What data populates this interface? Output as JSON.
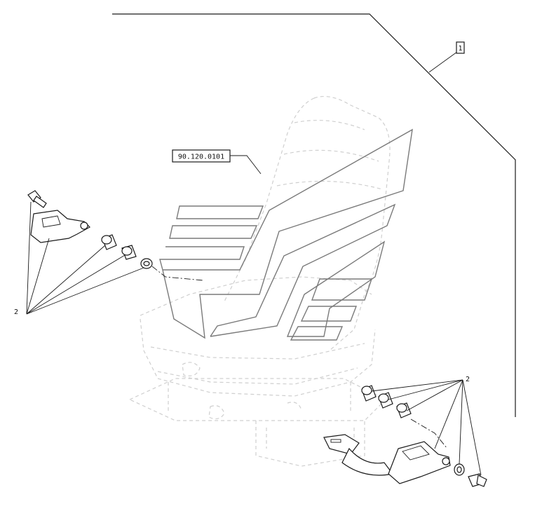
{
  "references": {
    "seat_ref": "90.120.0101",
    "kit_item": "1",
    "callout_left": "2",
    "callout_right": "2"
  }
}
